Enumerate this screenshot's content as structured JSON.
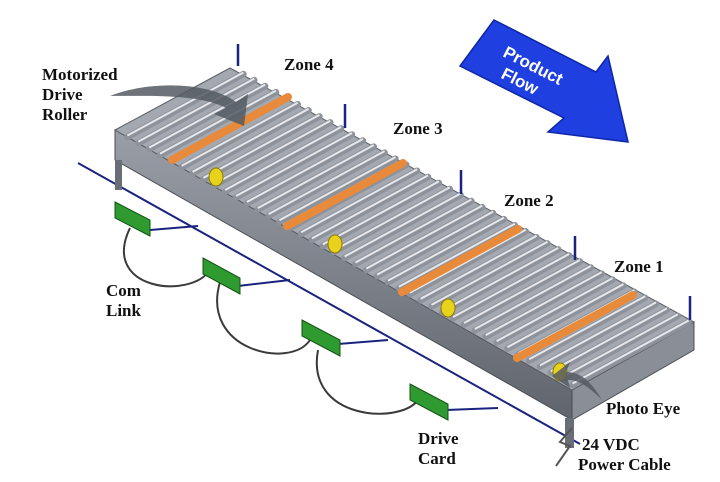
{
  "labels": {
    "zone4": "Zone 4",
    "zone3": "Zone 3",
    "zone2": "Zone 2",
    "zone1": "Zone 1",
    "motorized_line1": "Motorized",
    "motorized_line2": "Drive",
    "motorized_line3": "Roller",
    "com_line1": "Com",
    "com_line2": "Link",
    "drive_card_line1": "Drive",
    "drive_card_line2": "Card",
    "photo_eye": "Photo Eye",
    "power_line1": "24 VDC",
    "power_line2": "Power Cable",
    "flow_line1": "Product",
    "flow_line2": "Flow"
  },
  "colors": {
    "frame_top": "#b9bcc2",
    "frame_side": "#7c8088",
    "roller": "#c9ccd2",
    "roller_edge": "#8e929a",
    "drive_roller": "#e98a3a",
    "photo_eye": "#e8d21c",
    "card": "#2f9a2f",
    "cable": "#1a237e",
    "arrow": "#1f3fe0",
    "sensor_post": "#1a237e"
  },
  "icons": [
    "motorized-roller-arrow-icon",
    "photo-eye-arrow-icon",
    "lightning-bolt-icon",
    "product-flow-arrow-icon"
  ]
}
